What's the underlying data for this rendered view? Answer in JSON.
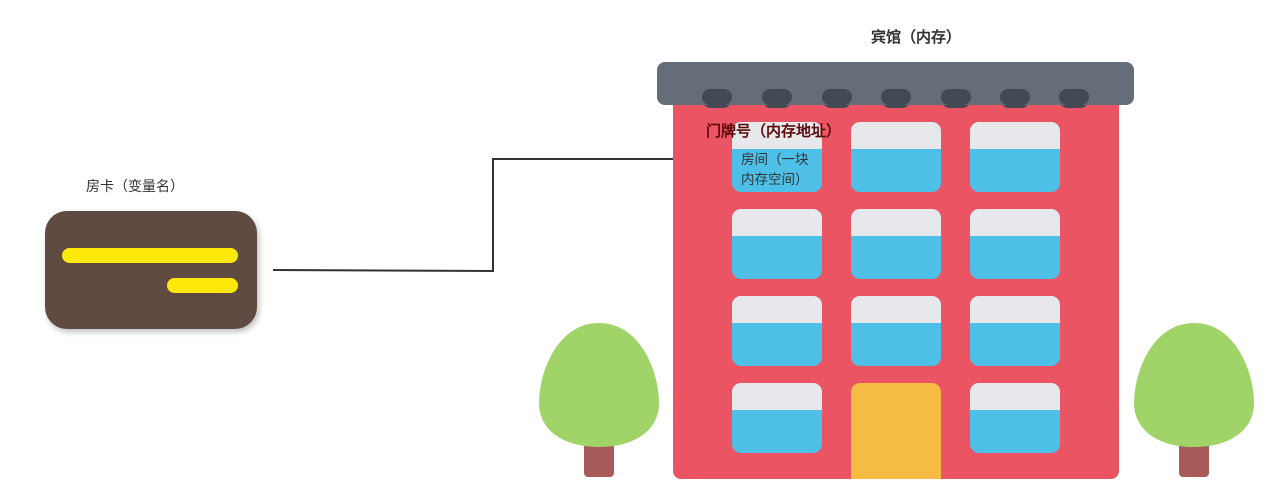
{
  "labels": {
    "room_card": "房卡（变量名）",
    "hotel": "宾馆（内存）",
    "door_number": "门牌号（内存地址）",
    "room_line1": "房间（一块",
    "room_line2": "内存空间）"
  },
  "colors": {
    "card_body": "#604c43",
    "card_stripe": "#ffe90a",
    "building": "#eb5463",
    "roof": "#656d78",
    "window_glass": "#4ec0e8",
    "window_top": "#e7e8ec",
    "door": "#f6bb42",
    "tree_crown": "#a0d468",
    "tree_trunk": "#a85a58",
    "arrow": "#333333"
  }
}
